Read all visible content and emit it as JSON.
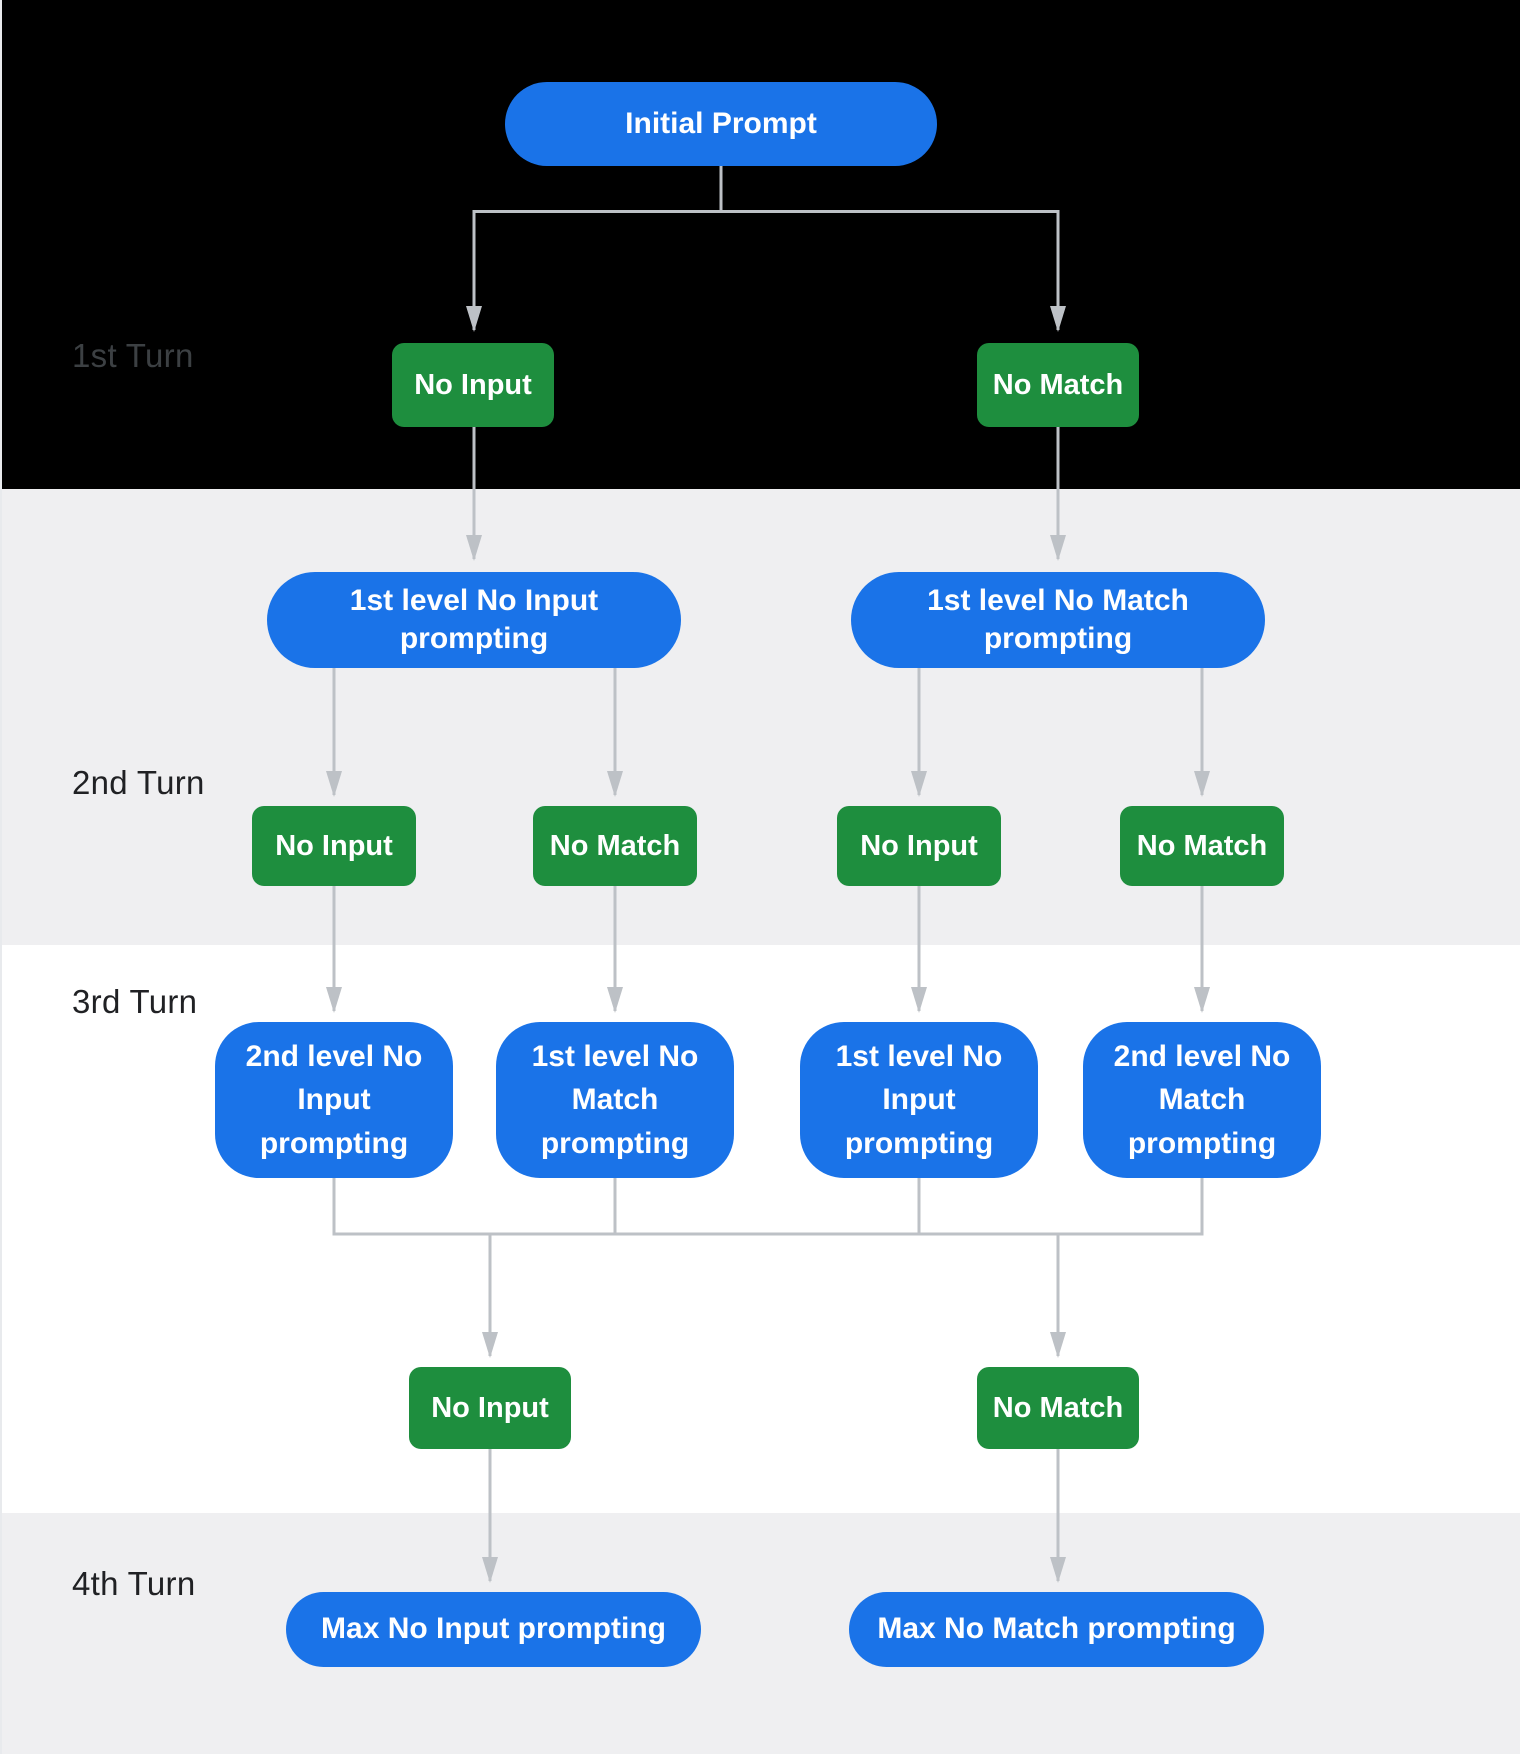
{
  "colors": {
    "blue": "#1a73e8",
    "green": "#1e8e3e",
    "line": "#bdc1c6",
    "band_dark": "#000000",
    "band_gray": "#efeff1",
    "band_white": "#ffffff",
    "label": "#202124",
    "label_dark_band": "#3c4043"
  },
  "turns": {
    "t1": "1st Turn",
    "t2": "2nd Turn",
    "t3": "3rd Turn",
    "t4": "4th Turn"
  },
  "nodes": {
    "initial": "Initial Prompt",
    "t1_left": "No Input",
    "t1_right": "No Match",
    "p1_left": "1st level No Input prompting",
    "p1_right": "1st level No Match prompting",
    "t2_1": "No Input",
    "t2_2": "No Match",
    "t2_3": "No Input",
    "t2_4": "No Match",
    "p2_1": "2nd level No Input prompting",
    "p2_2": "1st level No Match prompting",
    "p2_3": "1st level No Input prompting",
    "p2_4": "2nd level No Match prompting",
    "t3_left": "No Input",
    "t3_right": "No Match",
    "max_left": "Max No Input prompting",
    "max_right": "Max No Match prompting"
  }
}
